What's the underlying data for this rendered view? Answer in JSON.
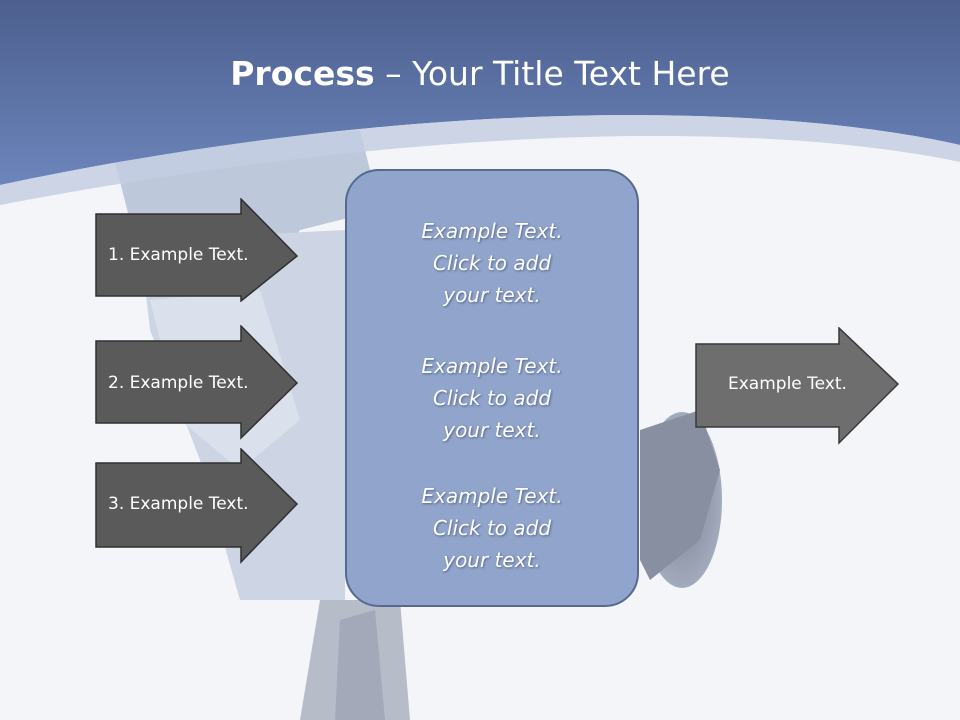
{
  "slide": {
    "title_bold": "Process",
    "title_rest": " – Your Title Text Here",
    "left_arrows": [
      {
        "label": "1. Example Text."
      },
      {
        "label": "2. Example Text."
      },
      {
        "label": "3. Example Text."
      }
    ],
    "center_box": {
      "blocks": [
        {
          "lines": [
            "Example Text.",
            "Click  to add",
            "your text."
          ]
        },
        {
          "lines": [
            "Example Text.",
            "Click  to add",
            "your text."
          ]
        },
        {
          "lines": [
            "Example Text.",
            "Click  to add",
            "your text."
          ]
        }
      ]
    },
    "right_arrow": {
      "label": "Example Text."
    },
    "colors": {
      "header_blue": "#5b73a6",
      "arrow_dark": "#5a5a5a",
      "arrow_medium": "#6e6e6e",
      "box_fill": "#90a4cc",
      "box_border": "#56698f"
    }
  }
}
